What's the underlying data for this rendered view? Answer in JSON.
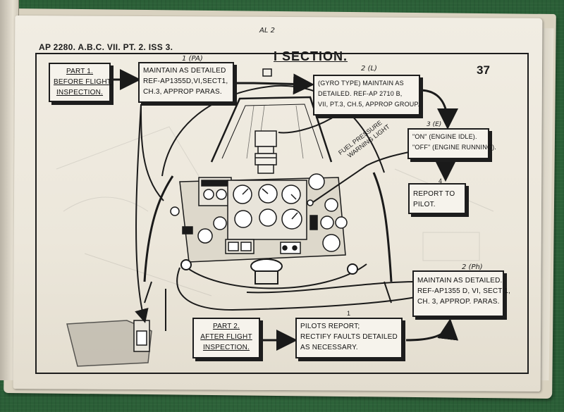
{
  "document": {
    "reference": "AP 2280. A.B.C. VII. PT. 2. ISS 3.",
    "handwritten_top": "AL 2",
    "section_title": "I SECTION.",
    "page_number": "37"
  },
  "boxes": {
    "part1": {
      "lines": [
        "PART 1.",
        "BEFORE FLIGHT",
        "INSPECTION."
      ]
    },
    "step1_pa": {
      "tag": "1 (PA)",
      "lines": [
        "MAINTAIN AS DETAILED",
        "REF-AP1355D,VI,SECT1,",
        "CH.3, APPROP PARAS."
      ]
    },
    "step2_l": {
      "tag": "2 (L)",
      "lines": [
        "(GYRO TYPE) MAINTAIN AS",
        "DETAILED. REF-AP 2710 B,",
        "VII, PT.3, CH.5, APPROP GROUP."
      ]
    },
    "step3_e": {
      "tag": "3 (E)",
      "lines": [
        "\"ON\" (ENGINE IDLE).",
        "\"OFF\" (ENGINE RUNNING)."
      ]
    },
    "step4": {
      "tag": "4",
      "lines": [
        "REPORT TO",
        "PILOT."
      ]
    },
    "part2_step2_ph": {
      "tag": "2 (Ph)",
      "lines": [
        "MAINTAIN AS DETAILED.",
        "REF-AP1355 D, VI, SECT 1,",
        "CH. 3, APPROP. PARAS."
      ]
    },
    "part2": {
      "lines": [
        "PART 2.",
        "AFTER FLIGHT",
        "INSPECTION."
      ]
    },
    "part2_step1": {
      "tag": "1",
      "lines": [
        "PILOTS REPORT;",
        "RECTIFY FAULTS DETAILED",
        "AS NECESSARY."
      ]
    }
  },
  "callout": {
    "line1": "FUEL PRESSURE",
    "line2": "WARNING LIGHT"
  }
}
